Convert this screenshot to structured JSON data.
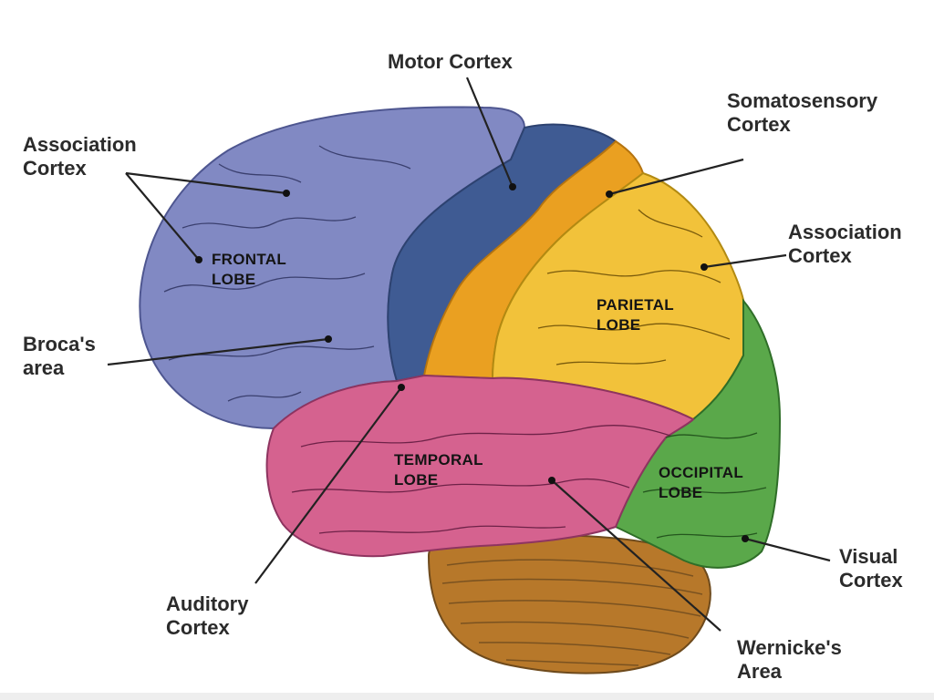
{
  "lobes": {
    "frontal": {
      "line1": "FRONTAL",
      "line2": "LOBE",
      "color": "#8189c3"
    },
    "parietal": {
      "line1": "PARIETAL",
      "line2": "LOBE",
      "color": "#f2c23a"
    },
    "temporal": {
      "line1": "TEMPORAL",
      "line2": "LOBE",
      "color": "#d5628f"
    },
    "occipital": {
      "line1": "OCCIPITAL",
      "line2": "LOBE",
      "color": "#5aa84a"
    }
  },
  "regions": {
    "motor_cortex_color": "#3f5b93",
    "somatosensory_color": "#eaa021",
    "cerebellum_color": "#b7782a"
  },
  "callouts": {
    "motor_cortex": {
      "line1": "Motor Cortex"
    },
    "somatosensory": {
      "line1": "Somatosensory",
      "line2": "Cortex"
    },
    "association_left": {
      "line1": "Association",
      "line2": "Cortex"
    },
    "association_right": {
      "line1": "Association",
      "line2": "Cortex"
    },
    "brocas_area": {
      "line1": "Broca's",
      "line2": "area"
    },
    "visual_cortex": {
      "line1": "Visual",
      "line2": "Cortex"
    },
    "auditory_cortex": {
      "line1": "Auditory",
      "line2": "Cortex"
    },
    "wernickes_area": {
      "line1": "Wernicke's",
      "line2": "Area"
    }
  }
}
